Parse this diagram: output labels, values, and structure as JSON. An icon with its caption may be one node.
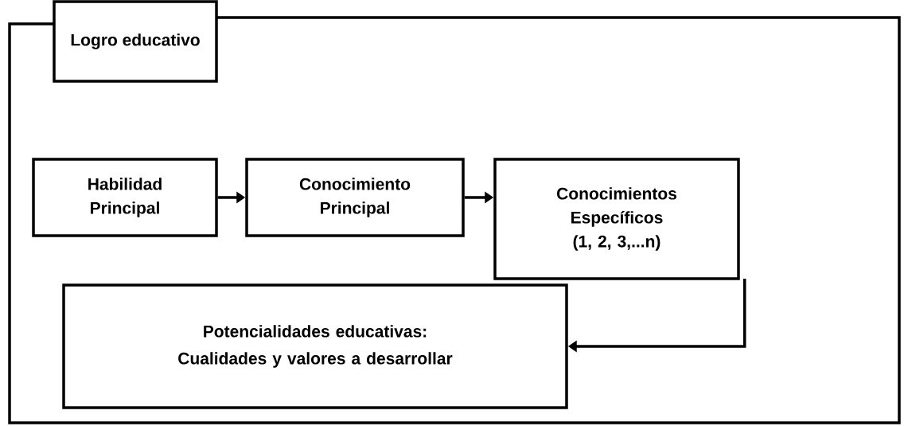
{
  "diagram": {
    "nodes": [
      {
        "text": [
          "Logro educativo"
        ]
      },
      {
        "text": [
          "Habilidad Principal"
        ],
        "in": 0
      },
      {
        "text": [
          "Conocimiento Principal"
        ],
        "in": 0
      },
      {
        "text": [
          "Conocimientos Específicos (1, 2, 3,...n)"
        ],
        "in": 0
      },
      {
        "text": [
          "Potencialidades educativas:",
          "Cualidades y valores a desarrollar"
        ],
        "in": 0
      }
    ],
    "edges": [
      {
        "from": 1,
        "to": 2,
        "arrow": "to"
      },
      {
        "from": 2,
        "to": 3,
        "arrow": "to"
      },
      {
        "from": 3,
        "to": 4,
        "arrow": "to"
      }
    ]
  }
}
